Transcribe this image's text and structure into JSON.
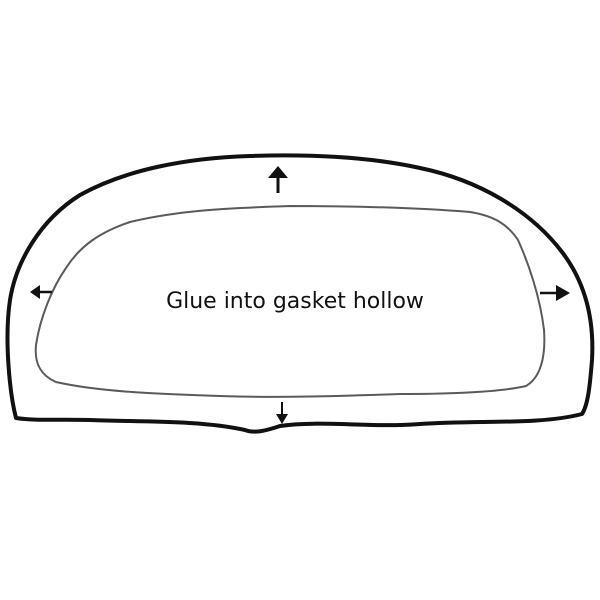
{
  "diagram": {
    "instruction_text": "Glue into gasket hollow",
    "outer_gasket_color": "#111111",
    "inner_gasket_color": "#5a5a5a",
    "arrow_color": "#111111",
    "arrows": [
      {
        "name": "top",
        "direction": "up",
        "icon": "arrow-up-icon"
      },
      {
        "name": "left",
        "direction": "left",
        "icon": "arrow-left-icon"
      },
      {
        "name": "right",
        "direction": "right",
        "icon": "arrow-right-icon"
      },
      {
        "name": "bottom",
        "direction": "down",
        "icon": "arrow-down-icon"
      }
    ]
  }
}
